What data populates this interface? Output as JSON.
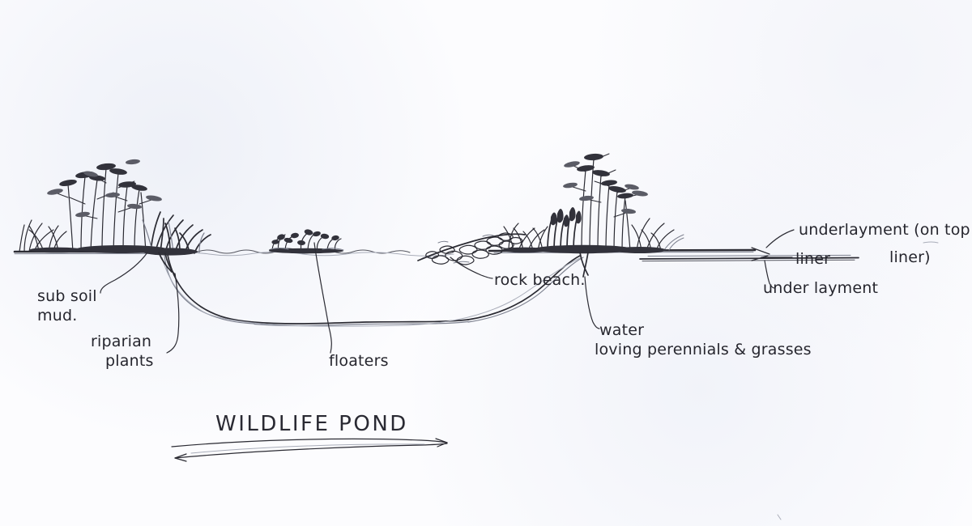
{
  "document": {
    "kind": "hand-drawn cross-section sketch",
    "title": "WILDLIFE POND",
    "medium_note": "pen on paper"
  },
  "title_block": {
    "text": "WILDLIFE POND"
  },
  "labels": {
    "subsoil": {
      "line1": "sub soil",
      "line2": "mud."
    },
    "riparian": {
      "line1": "riparian",
      "line2": "plants"
    },
    "floaters": {
      "line1": "floaters"
    },
    "rock_beach": {
      "line1": "rock beach."
    },
    "water_perennials": {
      "line1": "water",
      "line2": "loving perennials & grasses"
    },
    "underlayment_top": {
      "line1": "underlayment (on top of",
      "line2": "liner)"
    },
    "liner": {
      "line1": "liner"
    },
    "underlayment_bottom": {
      "line1": "under layment"
    }
  },
  "parts": {
    "ground_line": "ground-line",
    "water_line": "water-surface-line",
    "basin": "pond-basin-profile",
    "left_bank_planting": "left-bank-vegetation",
    "right_bank_planting": "right-bank-vegetation",
    "floating_plants": "floating-plants-clump",
    "rock_beach_stones": "rock-beach-stones",
    "liner_layers": "liner-layer-lines",
    "title_underline": "title-double-arrow-underline"
  },
  "colors": {
    "paper": "#fcfcfe",
    "ink": "#2b2b33",
    "ink_mid": "#55565f",
    "ink_pale": "#7e8290",
    "ink_palest": "#a9adb9"
  }
}
